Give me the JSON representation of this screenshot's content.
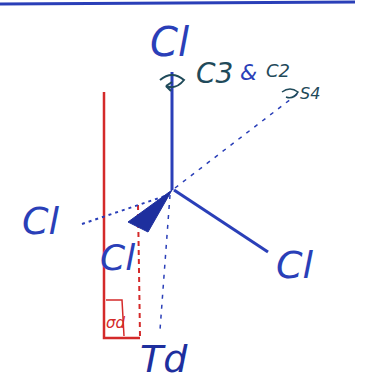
{
  "diagram": {
    "labels": [
      "Cl",
      "C3",
      "&",
      "C2",
      "S4",
      "Cl",
      "Cl",
      "Cl",
      "σd",
      "Td"
    ]
  }
}
